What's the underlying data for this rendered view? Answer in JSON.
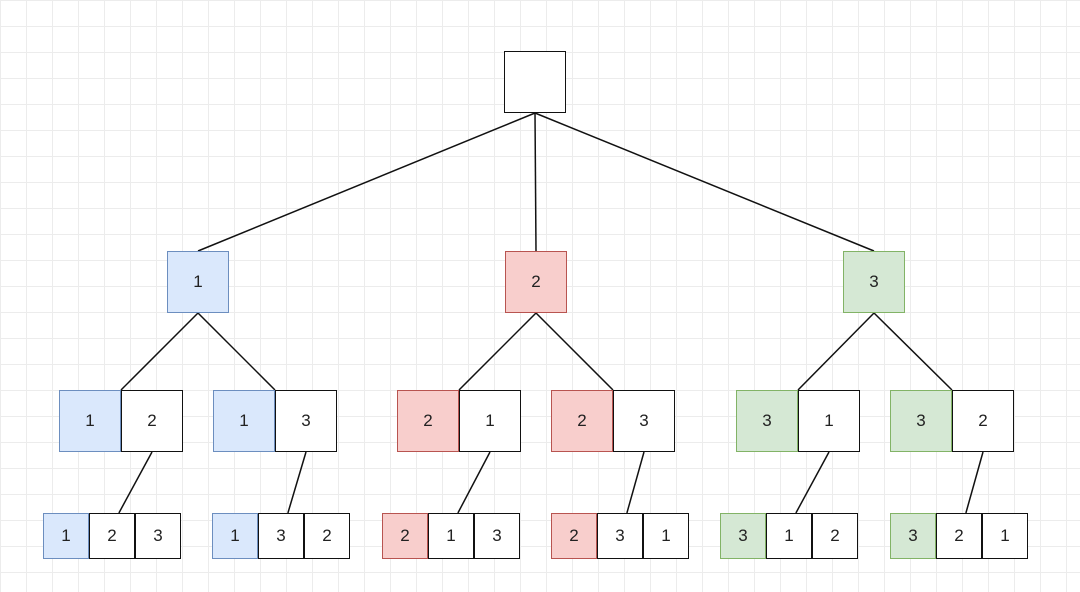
{
  "diagram": {
    "colors": {
      "blue": "#dae8fc",
      "red": "#f8cecc",
      "green": "#d5e8d4",
      "line": "#111111"
    },
    "nodes": [
      {
        "id": "root",
        "cells": [
          ""
        ]
      },
      {
        "id": "1",
        "cells": [
          "1"
        ],
        "color": "blue"
      },
      {
        "id": "2",
        "cells": [
          "2"
        ],
        "color": "red"
      },
      {
        "id": "3",
        "cells": [
          "3"
        ],
        "color": "green"
      },
      {
        "id": "12",
        "cells": [
          "1",
          "2"
        ],
        "color": "blue"
      },
      {
        "id": "13",
        "cells": [
          "1",
          "3"
        ],
        "color": "blue"
      },
      {
        "id": "21",
        "cells": [
          "2",
          "1"
        ],
        "color": "red"
      },
      {
        "id": "23",
        "cells": [
          "2",
          "3"
        ],
        "color": "red"
      },
      {
        "id": "31",
        "cells": [
          "3",
          "1"
        ],
        "color": "green"
      },
      {
        "id": "32",
        "cells": [
          "3",
          "2"
        ],
        "color": "green"
      },
      {
        "id": "123",
        "cells": [
          "1",
          "2",
          "3"
        ],
        "color": "blue"
      },
      {
        "id": "132",
        "cells": [
          "1",
          "3",
          "2"
        ],
        "color": "blue"
      },
      {
        "id": "213",
        "cells": [
          "2",
          "1",
          "3"
        ],
        "color": "red"
      },
      {
        "id": "231",
        "cells": [
          "2",
          "3",
          "1"
        ],
        "color": "red"
      },
      {
        "id": "312",
        "cells": [
          "3",
          "1",
          "2"
        ],
        "color": "green"
      },
      {
        "id": "321",
        "cells": [
          "3",
          "2",
          "1"
        ],
        "color": "green"
      }
    ],
    "edges": [
      [
        "root",
        "1"
      ],
      [
        "root",
        "2"
      ],
      [
        "root",
        "3"
      ],
      [
        "1",
        "12"
      ],
      [
        "1",
        "13"
      ],
      [
        "2",
        "21"
      ],
      [
        "2",
        "23"
      ],
      [
        "3",
        "31"
      ],
      [
        "3",
        "32"
      ],
      [
        "12",
        "123"
      ],
      [
        "13",
        "132"
      ],
      [
        "21",
        "213"
      ],
      [
        "23",
        "231"
      ],
      [
        "31",
        "312"
      ],
      [
        "32",
        "321"
      ]
    ]
  }
}
